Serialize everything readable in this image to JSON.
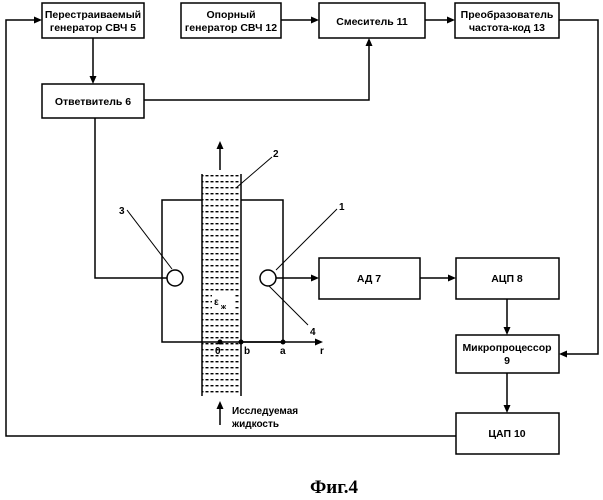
{
  "blocks": {
    "gen5": {
      "line1": "Перестраиваемый",
      "line2": "генератор СВЧ 5"
    },
    "gen12": {
      "line1": "Опорный",
      "line2": "генератор СВЧ 12"
    },
    "mix11": {
      "line1": "Смеситель 11"
    },
    "conv13": {
      "line1": "Преобразователь",
      "line2": "частота-код 13"
    },
    "coup6": {
      "line1": "Ответвитель 6"
    },
    "ad7": {
      "line1": "АД 7"
    },
    "adc8": {
      "line1": "АЦП 8"
    },
    "mp9": {
      "line1": "Микропроцессор",
      "line2": "9"
    },
    "dac10": {
      "line1": "ЦАП 10"
    }
  },
  "labels": {
    "n1": "1",
    "n2": "2",
    "n3": "3",
    "n4": "4",
    "eps": "ε",
    "eps_sub": "ж",
    "zero": "0",
    "b": "b",
    "a": "a",
    "r": "r",
    "liquid1": "Исследуемая",
    "liquid2": "жидкость"
  },
  "caption": "Фиг.4"
}
